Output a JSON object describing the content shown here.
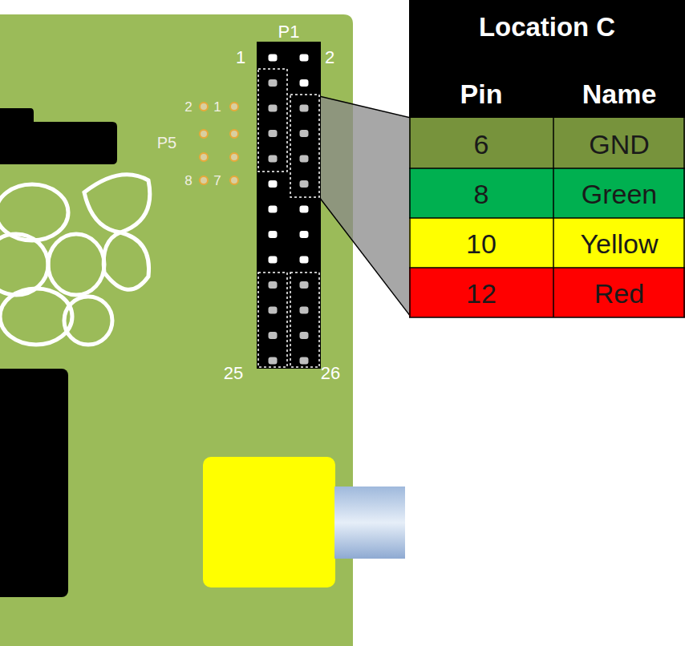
{
  "diagram": {
    "labels": [
      "P1",
      "1",
      "2",
      "2",
      "1",
      "P5",
      "8",
      "7",
      "25",
      "26",
      "Location C",
      "Pin",
      "Name",
      "6",
      "GND",
      "8",
      "Green",
      "10",
      "Yellow",
      "12",
      "Red"
    ]
  }
}
